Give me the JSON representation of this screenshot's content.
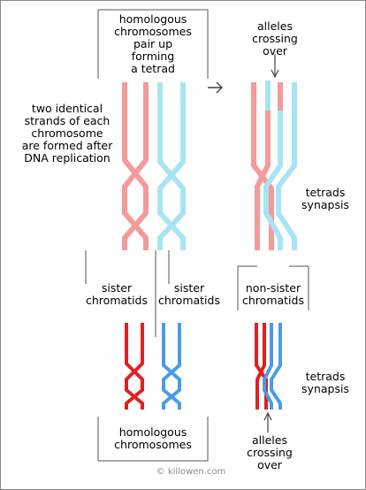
{
  "labels": {
    "homologous_pair_tetrad": "homologous\nchromosomes\npair up\nforming\na tetrad",
    "alleles_crossing_top": "alleles\ncrossing\nover",
    "two_identical_strands": "two identical\nstrands of each\nchromosome\nare formed after\nDNA replication",
    "tetrads_synapsis_top": "tetrads\nsynapsis",
    "sister_chromatids_left": "sister\nchromatids",
    "sister_chromatids_right": "sister\nchromatids",
    "non_sister_chromatids": "non-sister\nchromatids",
    "tetrads_synapsis_bottom": "tetrads\nsynapsis",
    "homologous_chromosomes": "homologous\nchromosomes",
    "alleles_crossing_bottom": "alleles\ncrossing\nover",
    "copyright": "© killowen.com"
  },
  "colors": {
    "light_red": "#f59a9a",
    "light_blue": "#a8e4f4",
    "dark_red": "#e02020",
    "dark_blue": "#4a9be6",
    "bracket": "#555555",
    "arrow": "#444444"
  }
}
